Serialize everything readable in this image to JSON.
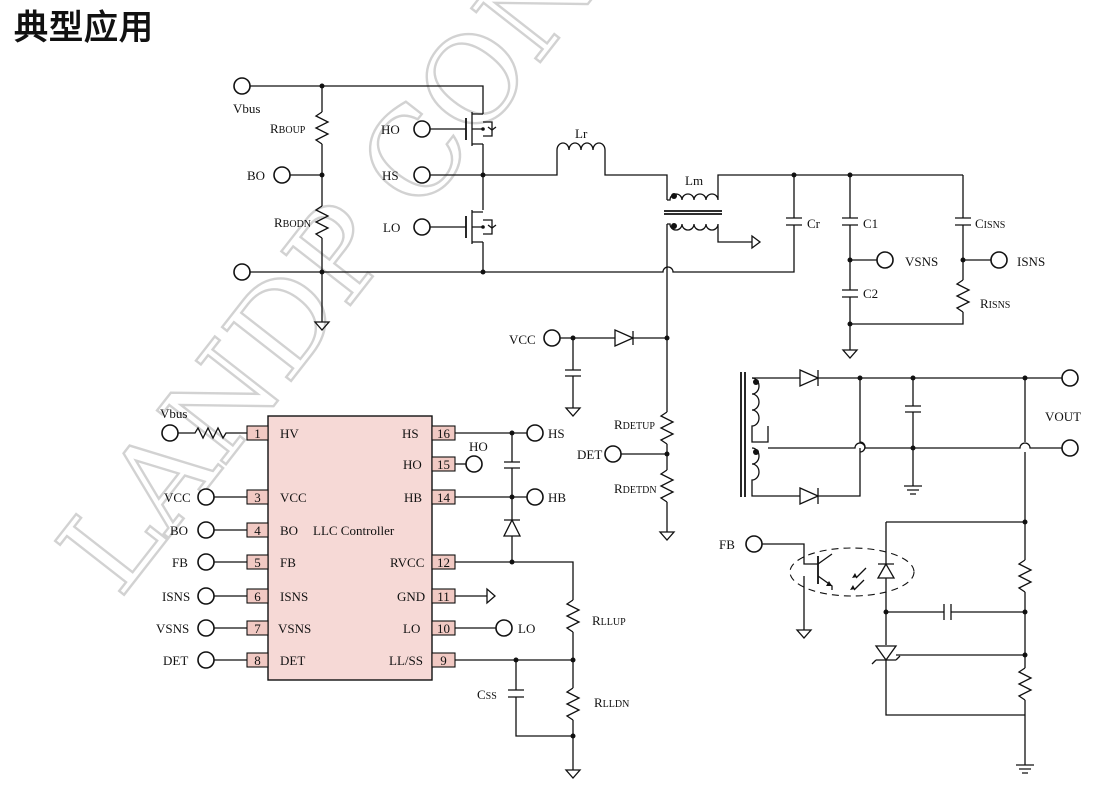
{
  "title": "典型应用",
  "watermark": "LANDP CONF",
  "chip": {
    "name": "LLC Controller",
    "left_pins": [
      {
        "num": "1",
        "name": "HV",
        "net": "Vbus"
      },
      {
        "num": "3",
        "name": "VCC",
        "net": "VCC"
      },
      {
        "num": "4",
        "name": "BO",
        "net": "BO"
      },
      {
        "num": "5",
        "name": "FB",
        "net": "FB"
      },
      {
        "num": "6",
        "name": "ISNS",
        "net": "ISNS"
      },
      {
        "num": "7",
        "name": "VSNS",
        "net": "VSNS"
      },
      {
        "num": "8",
        "name": "DET",
        "net": "DET"
      }
    ],
    "right_pins": [
      {
        "num": "16",
        "name": "HS",
        "net": "HS"
      },
      {
        "num": "15",
        "name": "HO",
        "net": "HO"
      },
      {
        "num": "14",
        "name": "HB",
        "net": "HB"
      },
      {
        "num": "12",
        "name": "RVCC",
        "net": ""
      },
      {
        "num": "11",
        "name": "GND",
        "net": ""
      },
      {
        "num": "10",
        "name": "LO",
        "net": "LO"
      },
      {
        "num": "9",
        "name": "LL/SS",
        "net": ""
      }
    ]
  },
  "labels": {
    "vbus": "Vbus",
    "rboup_main": "R",
    "rboup_sub": "BOUP",
    "rbodn_main": "R",
    "rbodn_sub": "BODN",
    "bo": "BO",
    "ho": "HO",
    "hs": "HS",
    "lo": "LO",
    "lr": "Lr",
    "lm": "Lm",
    "cr": "Cr",
    "c1": "C1",
    "c2": "C2",
    "cisns_main": "C",
    "cisns_sub": "ISNS",
    "risns_main": "R",
    "risns_sub": "ISNS",
    "vsns": "VSNS",
    "isns": "ISNS",
    "vcc": "VCC",
    "rdetup_main": "R",
    "rdetup_sub": "DETUP",
    "rdetdn_main": "R",
    "rdetdn_sub": "DETDN",
    "det": "DET",
    "vout": "VOUT",
    "fb": "FB",
    "hb": "HB",
    "rllup_main": "R",
    "rllup_sub": "LLUP",
    "rlldn_main": "R",
    "rlldn_sub": "LLDN",
    "css_main": "C",
    "css_sub": "SS"
  }
}
